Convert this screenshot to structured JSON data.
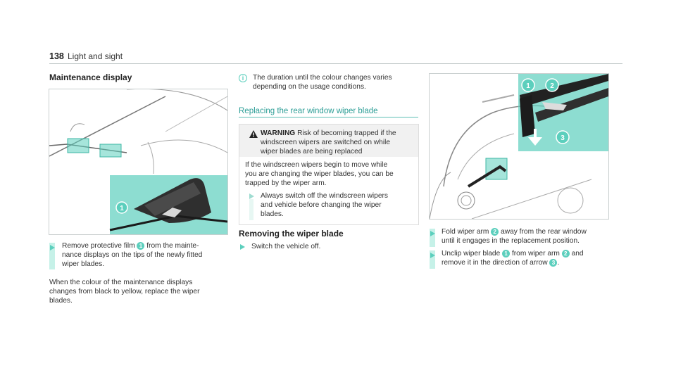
{
  "header": {
    "page_number": "138",
    "chapter": "Light and sight"
  },
  "col1": {
    "heading": "Maintenance display",
    "figure_ref": "1",
    "step": {
      "text_before": "Remove protective film",
      "ref": "1",
      "text_after": "from the mainte-",
      "line2": "nance displays on the tips of the newly fitted",
      "line3": "wiper blades."
    },
    "para": [
      "When the colour of the maintenance displays",
      "changes from black to yellow, replace the wiper",
      "blades."
    ]
  },
  "col2": {
    "note": [
      "The duration until the colour changes varies",
      "depending on the usage conditions."
    ],
    "section_title": "Replacing the rear window wiper blade",
    "warning": {
      "label": "WARNING",
      "line1": "Risk of becoming trapped if the",
      "line2": "windscreen wipers are switched on while",
      "line3": "wiper blades are being replaced",
      "body": [
        "If the windscreen wipers begin to move while",
        "you are changing the wiper blades, you can be",
        "trapped by the wiper arm."
      ],
      "step": [
        "Always switch off the windscreen wipers",
        "and vehicle before changing the wiper",
        "blades."
      ]
    },
    "subheading": "Removing the wiper blade",
    "step": "Switch the vehicle off."
  },
  "col3": {
    "figure_refs": [
      "1",
      "2",
      "3"
    ],
    "step1": {
      "before": "Fold wiper arm",
      "ref": "2",
      "after": "away from the rear window",
      "line2": "until it engages in the replacement position."
    },
    "step2": {
      "before": "Unclip wiper blade",
      "ref1": "1",
      "middle": "from wiper arm",
      "ref2": "2",
      "after": "and",
      "line2_before": "remove it in the direction of arrow",
      "ref3": "3",
      "line2_after": "."
    }
  },
  "colors": {
    "accent": "#5ccfbd",
    "accent_light": "#c6f1e8",
    "teal_text": "#2a9d95"
  }
}
